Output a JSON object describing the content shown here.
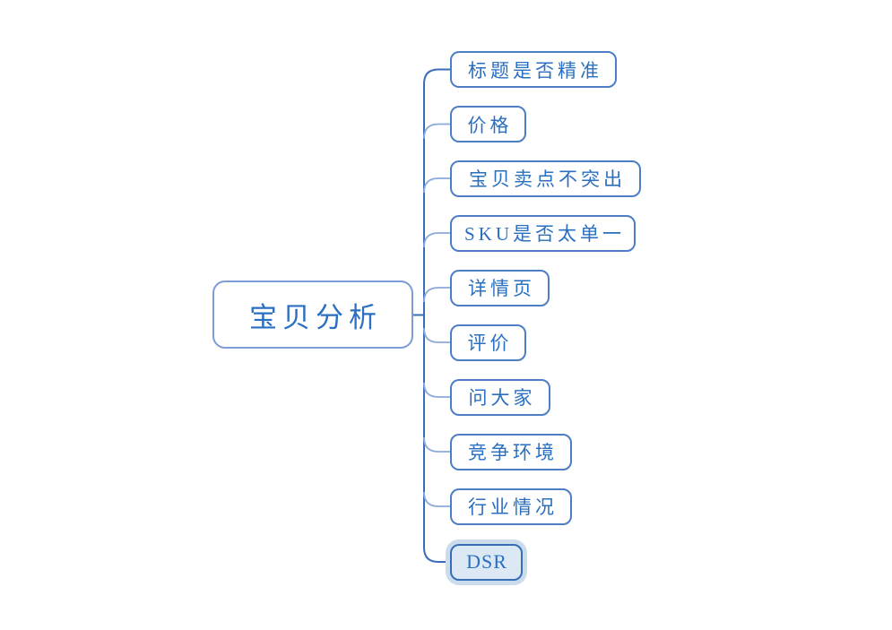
{
  "diagram": {
    "type": "mindmap",
    "root": {
      "label": "宝贝分析"
    },
    "children": [
      {
        "label": "标题是否精准",
        "selected": false
      },
      {
        "label": "价格",
        "selected": false
      },
      {
        "label": "宝贝卖点不突出",
        "selected": false
      },
      {
        "label": "SKU是否太单一",
        "selected": false
      },
      {
        "label": "详情页",
        "selected": false
      },
      {
        "label": "评价",
        "selected": false
      },
      {
        "label": "问大家",
        "selected": false
      },
      {
        "label": "竞争环境",
        "selected": false
      },
      {
        "label": "行业情况",
        "selected": false
      },
      {
        "label": "DSR",
        "selected": true
      }
    ],
    "colors": {
      "canvas_background": "#ffffff",
      "text": "#2a6fc0",
      "root_border": "#7d9cd6",
      "child_border": "#4d7dc5",
      "trunk_line": "#3b6cb7",
      "branch_line": "#8cabdb",
      "selected_fill": "#dce9f4",
      "selected_border": "#336fb7",
      "selected_halo": "#ccdcec"
    }
  }
}
